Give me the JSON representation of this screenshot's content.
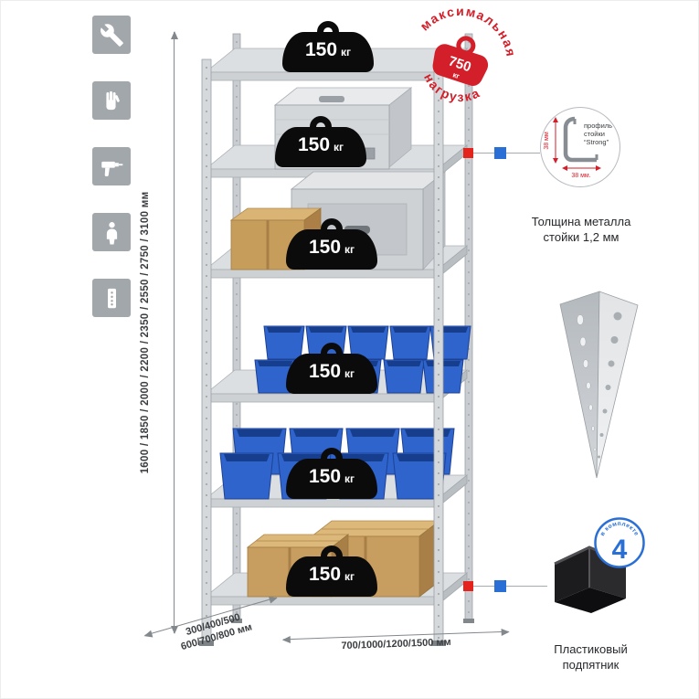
{
  "colors": {
    "accent_red": "#d31f2a",
    "accent_blue": "#2a6fd6",
    "marker_red": "#e3231c",
    "badge_black": "#0b0b0c",
    "icon_gray": "#a2a7ac"
  },
  "sidebar": {
    "items": [
      {
        "icon": "wrench-icon"
      },
      {
        "icon": "work-gloves-icon"
      },
      {
        "icon": "drill-icon"
      },
      {
        "icon": "person-icon"
      },
      {
        "icon": "perforated-post-icon"
      }
    ]
  },
  "rack": {
    "shelf_loads": [
      {
        "value": "150",
        "unit": "кг"
      },
      {
        "value": "150",
        "unit": "кг"
      },
      {
        "value": "150",
        "unit": "кг"
      },
      {
        "value": "150",
        "unit": "кг"
      },
      {
        "value": "150",
        "unit": "кг"
      },
      {
        "value": "150",
        "unit": "кг"
      }
    ]
  },
  "max_load_stamp": {
    "arc_top": "максимальная",
    "arc_bottom": "нагрузка",
    "weight_value": "750",
    "weight_unit": "кг"
  },
  "profile_callout": {
    "label_line1": "профиль",
    "label_line2": "стойки",
    "label_line3": "“Strong”",
    "vertical_dim": "38 мм",
    "horizontal_dim": "38 мм.",
    "caption_line1": "Толщина металла",
    "caption_line2": "стойки 1,2 мм"
  },
  "foot_callout": {
    "badge_number": "4",
    "badge_text": "в комплекте",
    "caption_line1": "Пластиковый",
    "caption_line2": "подпятник"
  },
  "dimensions": {
    "height": "1600 / 1850 / 2000 / 2200 / 2350 / 2550 / 2750 / 3100 мм",
    "depth_line1": "300/400/500",
    "depth_line2": "600/700/800 мм",
    "width": "700/1000/1200/1500 мм"
  }
}
